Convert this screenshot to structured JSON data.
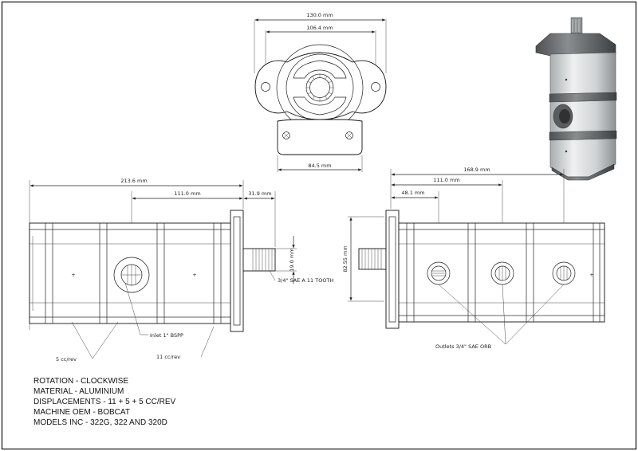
{
  "drawing": {
    "dimensions": {
      "front_width_overall": "130.0 mm",
      "front_bolt_spacing": "106.4 mm",
      "front_bottom_width": "84.5 mm",
      "left_overall": "213.6 mm",
      "left_mount": "111.0 mm",
      "left_shaft": "31.9 mm",
      "left_shaft_dia": "19.0 mm",
      "right_overall": "168.9 mm",
      "right_mount": "111.0 mm",
      "right_first": "48.1 mm",
      "right_pilot": "82.55 mm"
    },
    "callouts": {
      "shaft": "3/4\" SAE A 11 TOOTH",
      "inlet": "Inlet 1\" BSPP",
      "section_5": "5 cc/rev",
      "section_11": "11 cc/rev",
      "outlets": "Outlets 3/4\" SAE ORB"
    },
    "notes": [
      "ROTATION - CLOCKWISE",
      "MATERIAL - ALUMINIUM",
      "DISPLACEMENTS - 11 + 5 + 5 CC/REV",
      "MACHINE OEM - BOBCAT",
      "MODELS INC - 322G, 322 AND 320D"
    ],
    "colors": {
      "line": "#222222",
      "render_body": "#d9dadb",
      "render_dark": "#6b6e70"
    }
  }
}
